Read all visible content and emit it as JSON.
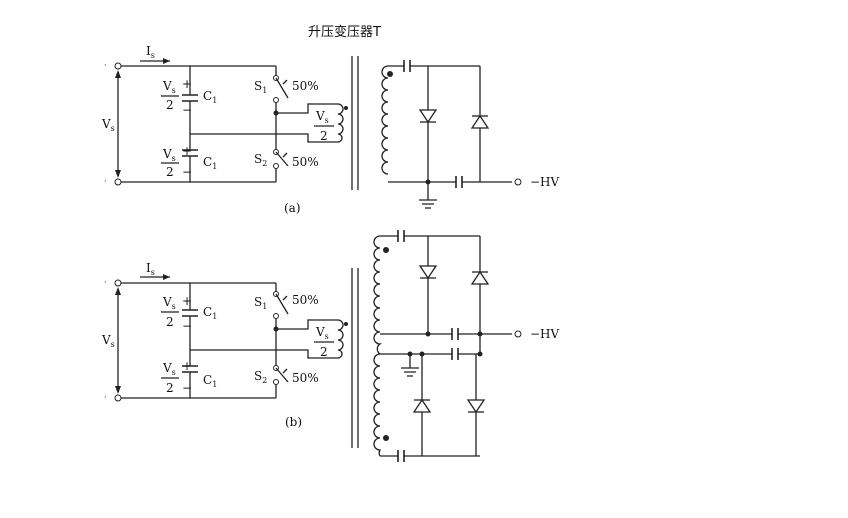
{
  "title": "升压变压器T",
  "diagrams": [
    {
      "id": "a",
      "caption": "(a)",
      "current_label": {
        "main": "I",
        "sub": "s"
      },
      "supply_label": {
        "main": "V",
        "sub": "s"
      },
      "cap_voltage_top": {
        "num_main": "V",
        "num_sub": "s",
        "den": "2"
      },
      "cap_voltage_bottom": {
        "num_main": "V",
        "num_sub": "s",
        "den": "2"
      },
      "cap1_label": {
        "main": "C",
        "sub": "1"
      },
      "cap2_label": {
        "main": "C",
        "sub": "1"
      },
      "plus": "+",
      "minus": "−",
      "switch1": {
        "main": "S",
        "sub": "1",
        "duty": "50%"
      },
      "switch2": {
        "main": "S",
        "sub": "2",
        "duty": "50%"
      },
      "primary_label": {
        "num_main": "V",
        "num_sub": "s",
        "den": "2"
      },
      "output_label": "−HV"
    },
    {
      "id": "b",
      "caption": "(b)",
      "current_label": {
        "main": "I",
        "sub": "s"
      },
      "supply_label": {
        "main": "V",
        "sub": "s"
      },
      "cap_voltage_top": {
        "num_main": "V",
        "num_sub": "s",
        "den": "2"
      },
      "cap_voltage_bottom": {
        "num_main": "V",
        "num_sub": "s",
        "den": "2"
      },
      "cap1_label": {
        "main": "C",
        "sub": "1"
      },
      "cap2_label": {
        "main": "C",
        "sub": "1"
      },
      "plus": "+",
      "minus": "−",
      "switch1": {
        "main": "S",
        "sub": "1",
        "duty": "50%"
      },
      "switch2": {
        "main": "S",
        "sub": "2",
        "duty": "50%"
      },
      "primary_label": {
        "num_main": "V",
        "num_sub": "s",
        "den": "2"
      },
      "output_label": "−HV"
    }
  ]
}
